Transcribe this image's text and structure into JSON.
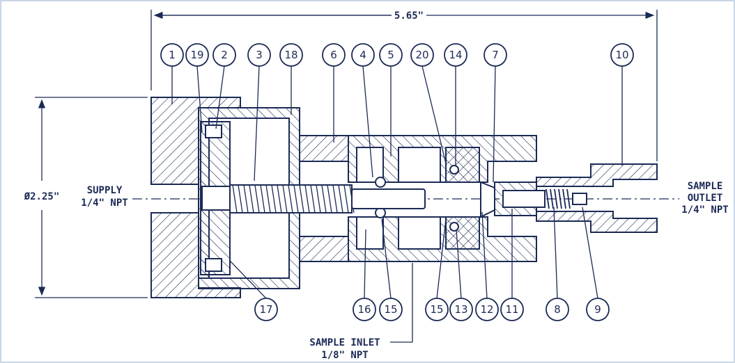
{
  "dimensions": {
    "overall_length": "5.65\"",
    "diameter": "Ø2.25\""
  },
  "ports": {
    "supply": [
      "SUPPLY",
      "1/4\" NPT"
    ],
    "sample_outlet": [
      "SAMPLE",
      "OUTLET",
      "1/4\" NPT"
    ],
    "sample_inlet": [
      "SAMPLE INLET",
      "1/8\" NPT"
    ]
  },
  "balloons_top": [
    "1",
    "19",
    "2",
    "3",
    "18",
    "6",
    "4",
    "5",
    "20",
    "14",
    "7",
    "10"
  ],
  "balloons_bottom": [
    "17",
    "16",
    "15",
    "15",
    "13",
    "12",
    "11",
    "8",
    "9"
  ],
  "colors": {
    "line": "#1b2a55",
    "background": "#ffffff"
  }
}
